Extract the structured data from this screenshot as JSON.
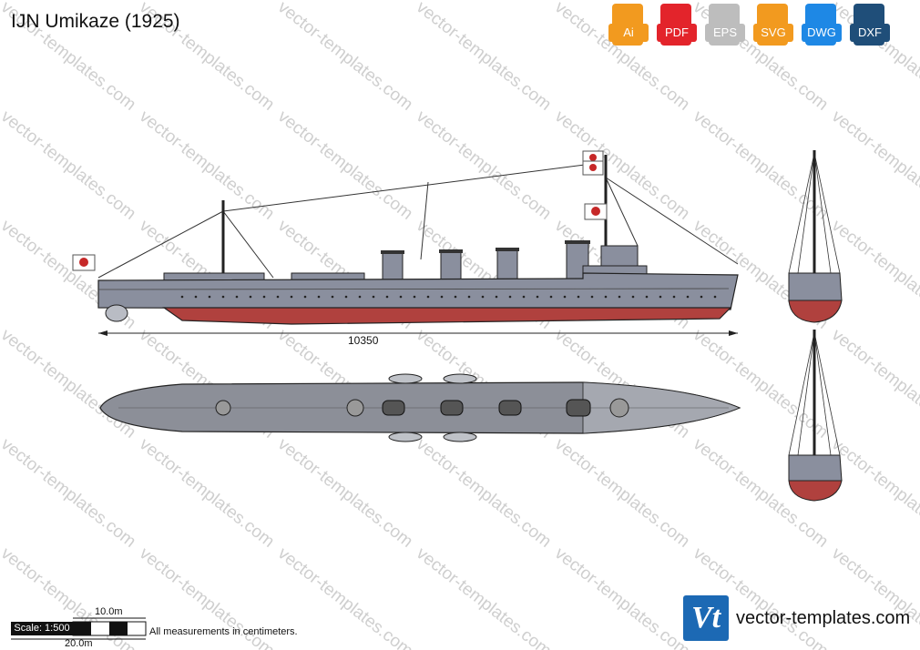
{
  "title": "IJN Umikaze (1925)",
  "watermark": "vector-templates.com",
  "formats": [
    {
      "label": "Ai",
      "color": "#f29a1f"
    },
    {
      "label": "PDF",
      "color": "#e3242b"
    },
    {
      "label": "EPS",
      "color": "#bdbdbd"
    },
    {
      "label": "SVG",
      "color": "#f29a1f"
    },
    {
      "label": "DWG",
      "color": "#1e88e5"
    },
    {
      "label": "DXF",
      "color": "#1f4e79"
    }
  ],
  "dimension_label": "10350",
  "scale": {
    "label": "Scale: 1:500",
    "major": "10.0m",
    "full": "20.0m"
  },
  "measurement_note": "All measurements in centimeters.",
  "brand": {
    "logo": "Vt",
    "url": "vector-templates.com"
  },
  "colors": {
    "hull_gray": "#8a8f9e",
    "hull_red": "#b0413e",
    "deck_gray": "#8c8f98",
    "line": "#222222"
  }
}
